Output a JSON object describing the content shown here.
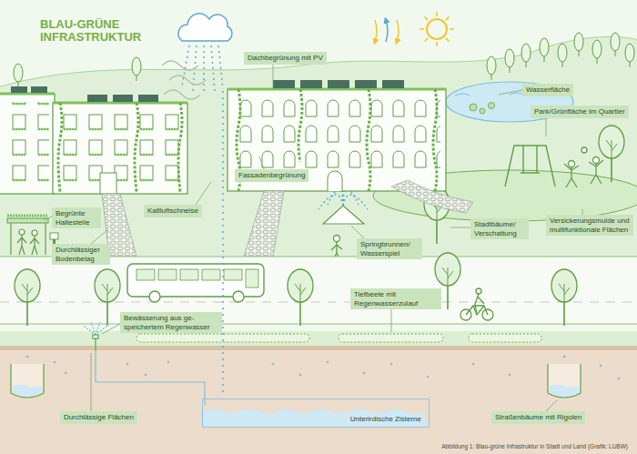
{
  "diagram": {
    "title": "BLAU-GRÜNE INFRASTRUKTUR",
    "caption": "Abbildung 1: Blau-grüne Infrastruktur in Stadt und Land (Grafik: LUBW)",
    "nodes": [
      {
        "text": [
          "Dachbegrünung mit PV"
        ]
      },
      {
        "text": [
          "Wasserfläche"
        ]
      },
      {
        "text": [
          "Park/Grünfläche im Quartier"
        ]
      },
      {
        "text": [
          "Fassadenbegrünung"
        ]
      },
      {
        "text": [
          "Kaltluftschneise"
        ]
      },
      {
        "text": [
          "Begrünte Haltestelle"
        ]
      },
      {
        "text": [
          "Stadtbäume/ Verschattung"
        ]
      },
      {
        "text": [
          "Versickerungsmulde und multifunktionale Flächen"
        ]
      },
      {
        "text": [
          "Springbrunnen/ Wasserspiel"
        ]
      },
      {
        "text": [
          "Durchlässiger Bodenbelag"
        ]
      },
      {
        "text": [
          "Tiefbeete mit Regenwasserzulauf"
        ]
      },
      {
        "text": [
          "Bewässerung aus ge- speichertem Regenwasser"
        ]
      },
      {
        "text": [
          "Unterirdische Zisterne"
        ]
      },
      {
        "text": [
          "Durchlässige Flächen"
        ]
      },
      {
        "text": [
          "Straßenbäume mit Rigolen"
        ]
      }
    ]
  }
}
